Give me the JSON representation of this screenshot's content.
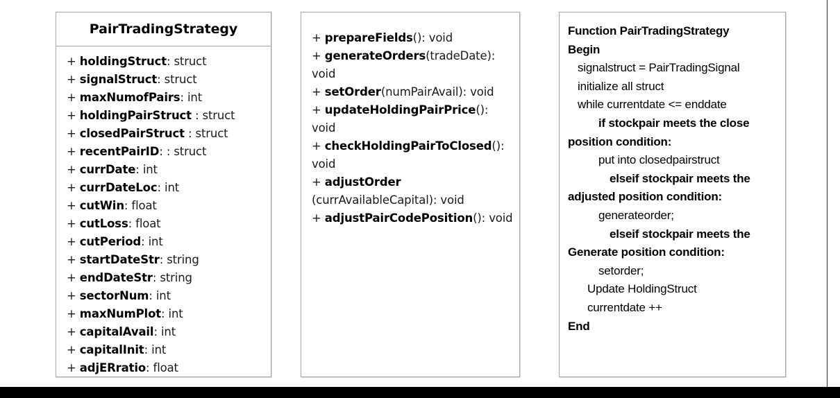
{
  "diagram": {
    "colors": {
      "box_border": "#a6a6a6",
      "text": "#000000",
      "background": "#ffffff",
      "bottom_bar": "#000000"
    }
  },
  "class_box": {
    "title": "PairTradingStrategy",
    "attributes": [
      {
        "visibility": "+",
        "name": "holdingStruct",
        "type": ": struct"
      },
      {
        "visibility": "+",
        "name": "signalStruct",
        "type": ": struct"
      },
      {
        "visibility": "+",
        "name": "maxNumofPairs",
        "type": ": int"
      },
      {
        "visibility": "+",
        "name": "holdingPairStruct",
        "type": " : struct"
      },
      {
        "visibility": "+",
        "name": "closedPairStruct",
        "type": " : struct"
      },
      {
        "visibility": "+",
        "name": "recentPairID",
        "type": ": : struct"
      },
      {
        "visibility": "+",
        "name": "currDate",
        "type": ": int"
      },
      {
        "visibility": "+",
        "name": "currDateLoc",
        "type": ": int"
      },
      {
        "visibility": "+",
        "name": "cutWin",
        "type": ": float"
      },
      {
        "visibility": "+",
        "name": "cutLoss",
        "type": ": float"
      },
      {
        "visibility": "+",
        "name": "cutPeriod",
        "type": ": int"
      },
      {
        "visibility": "+",
        "name": "startDateStr",
        "type": ": string"
      },
      {
        "visibility": "+",
        "name": "endDateStr",
        "type": ": string"
      },
      {
        "visibility": "+",
        "name": "sectorNum",
        "type": ": int"
      },
      {
        "visibility": "+",
        "name": "maxNumPlot",
        "type": ": int"
      },
      {
        "visibility": "+",
        "name": "capitalAvail",
        "type": ": int"
      },
      {
        "visibility": "+",
        "name": "capitalInit",
        "type": ": int"
      },
      {
        "visibility": "+",
        "name": "adjERratio",
        "type": ": float"
      }
    ]
  },
  "methods_box": {
    "methods": [
      {
        "visibility": "+",
        "name": "prepareFields",
        "signature": "(): void"
      },
      {
        "visibility": "+",
        "name": "generateOrders",
        "signature": "(tradeDate): void"
      },
      {
        "visibility": "+",
        "name": "setOrder",
        "signature": "(numPairAvail): void"
      },
      {
        "visibility": "+",
        "name": "updateHoldingPairPrice",
        "signature": "(): void"
      },
      {
        "visibility": "+",
        "name": "checkHoldingPairToClosed",
        "signature": "(): void"
      },
      {
        "visibility": "+",
        "name": "adjustOrder",
        "signature": " (currAvailableCapital): void"
      },
      {
        "visibility": "+",
        "name": "adjustPairCodePosition",
        "signature": "(): void"
      }
    ]
  },
  "pseudocode_box": {
    "lines": [
      {
        "text": "Function PairTradingStrategy",
        "bold": true,
        "indent": 0
      },
      {
        "text": "Begin",
        "bold": true,
        "indent": 0
      },
      {
        "text": "signalstruct = PairTradingSignal",
        "bold": false,
        "indent": 1
      },
      {
        "text": "initialize all struct",
        "bold": false,
        "indent": 1
      },
      {
        "text": "while currentdate <= enddate",
        "bold": false,
        "indent": 1
      },
      {
        "text": "if stockpair meets the close position condition:",
        "bold": true,
        "indent": 0,
        "hang": 1
      },
      {
        "text": "put into closedpairstruct",
        "bold": false,
        "indent": 3
      },
      {
        "text": "elseif stockpair meets the adjusted position condition:",
        "bold": true,
        "indent": 0,
        "hang": 2
      },
      {
        "text": "generateorder;",
        "bold": false,
        "indent": 3
      },
      {
        "text": "elseif stockpair meets the Generate position condition:",
        "bold": true,
        "indent": 0,
        "hang": 2
      },
      {
        "text": "setorder;",
        "bold": false,
        "indent": 3
      },
      {
        "text": "Update HoldingStruct",
        "bold": false,
        "indent": 2
      },
      {
        "text": "currentdate ++",
        "bold": false,
        "indent": 2
      },
      {
        "text": "End",
        "bold": true,
        "indent": 0
      }
    ]
  }
}
